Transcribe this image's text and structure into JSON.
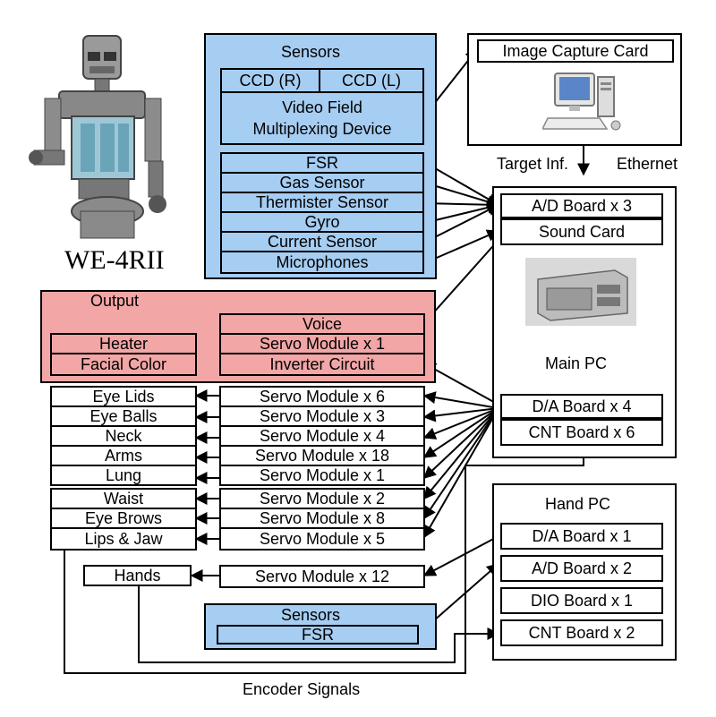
{
  "robot": {
    "name": "WE-4RII"
  },
  "sensors_top": {
    "title": "Sensors",
    "ccd_right": "CCD (R)",
    "ccd_left": "CCD (L)",
    "video_line1": "Video Field",
    "video_line2": "Multiplexing Device",
    "items": [
      "FSR",
      "Gas Sensor",
      "Thermister Sensor",
      "Gyro",
      "Current Sensor",
      "Microphones"
    ]
  },
  "image_pc": {
    "card": "Image Capture Card"
  },
  "links": {
    "target_inf": "Target Inf.",
    "ethernet": "Ethernet",
    "encoder": "Encoder Signals"
  },
  "main_pc": {
    "title": "Main PC",
    "ad_board": "A/D Board x 3",
    "sound_card": "Sound Card",
    "da_board": "D/A Board x 4",
    "cnt_board": "CNT Board x 6"
  },
  "output": {
    "title": "Output",
    "voice": "Voice",
    "servo_heater": "Servo Module x 1",
    "inverter": "Inverter Circuit",
    "heater": "Heater",
    "facial_color": "Facial Color"
  },
  "actuators": {
    "parts": [
      "Eye Lids",
      "Eye Balls",
      "Neck",
      "Arms",
      "Lung",
      "Waist",
      "Eye Brows",
      "Lips & Jaw"
    ],
    "servos": [
      "Servo Module x 6",
      "Servo Module x 3",
      "Servo Module x 4",
      "Servo Module x 18",
      "Servo Module x 1",
      "Servo Module x 2",
      "Servo Module x 8",
      "Servo Module x 5"
    ],
    "hands": "Hands",
    "hands_servo": "Servo Module x 12"
  },
  "hand_pc": {
    "title": "Hand PC",
    "da_board": "D/A Board x 1",
    "ad_board": "A/D Board x 2",
    "dio_board": "DIO Board x 1",
    "cnt_board": "CNT Board x 2"
  },
  "sensors_bottom": {
    "title": "Sensors",
    "fsr": "FSR"
  },
  "colors": {
    "sensor_blue": "#a6cdf2",
    "output_red": "#f2a6a6"
  }
}
